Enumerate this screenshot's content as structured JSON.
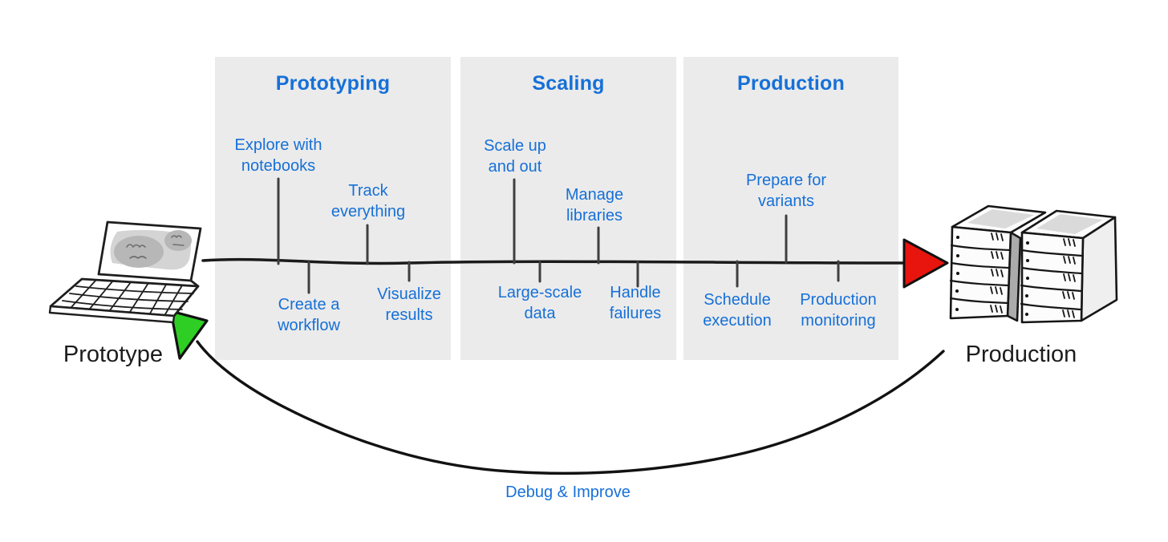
{
  "colors": {
    "accent_blue": "#1670d8",
    "box_background": "#ebebeb",
    "forward_arrow_red": "#e8150e",
    "feedback_arrow_green": "#2fce25",
    "ink_black": "#1c1c1c"
  },
  "endpoints": {
    "start": "Prototype",
    "end": "Production"
  },
  "phases": [
    {
      "title": "Prototyping",
      "steps": [
        {
          "label": "Explore with\nnotebooks",
          "side": "above"
        },
        {
          "label": "Create a\nworkflow",
          "side": "below"
        },
        {
          "label": "Track\neverything",
          "side": "above"
        },
        {
          "label": "Visualize\nresults",
          "side": "below"
        }
      ]
    },
    {
      "title": "Scaling",
      "steps": [
        {
          "label": "Scale up\nand out",
          "side": "above"
        },
        {
          "label": "Large-scale\ndata",
          "side": "below"
        },
        {
          "label": "Manage\nlibraries",
          "side": "above"
        },
        {
          "label": "Handle\nfailures",
          "side": "below"
        }
      ]
    },
    {
      "title": "Production",
      "steps": [
        {
          "label": "Prepare for\nvariants",
          "side": "above"
        },
        {
          "label": "Schedule\nexecution",
          "side": "below"
        },
        {
          "label": "Production\nmonitoring",
          "side": "below"
        }
      ]
    }
  ],
  "loop_label": "Debug & Improve"
}
